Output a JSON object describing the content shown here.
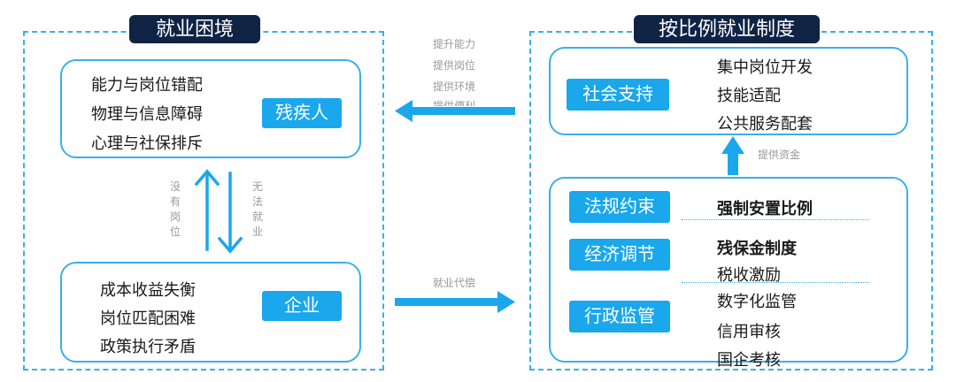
{
  "left_panel": {
    "title": "就业困境",
    "disabled_box": {
      "items": [
        "能力与岗位错配",
        "物理与信息障碍",
        "心理与社保排斥"
      ],
      "tag": "残疾人"
    },
    "enterprise_box": {
      "items": [
        "成本收益失衡",
        "岗位匹配困难",
        "政策执行矛盾"
      ],
      "tag": "企业"
    },
    "arrow_up_label": "没有岗位",
    "arrow_down_label": "无法就业"
  },
  "right_panel": {
    "title": "按比例就业制度",
    "social_box": {
      "tag": "社会支持",
      "items": [
        "集中岗位开发",
        "技能适配",
        "公共服务配套"
      ]
    },
    "fund_label": "提供资金",
    "policy_box": {
      "tags": [
        "法规约束",
        "经济调节",
        "行政监管"
      ],
      "items": [
        "强制安置比例",
        "残保金制度",
        "税收激励",
        "数字化监管",
        "信用审核",
        "国企考核"
      ]
    }
  },
  "arrows": {
    "top_labels": [
      "提升能力",
      "提供岗位",
      "提供环境",
      "提供便利"
    ],
    "bottom_label": "就业代偿"
  },
  "colors": {
    "accent": "#3ab0e6",
    "tag_bg": "#1aa7ec",
    "title_bg": "#0f2344"
  }
}
